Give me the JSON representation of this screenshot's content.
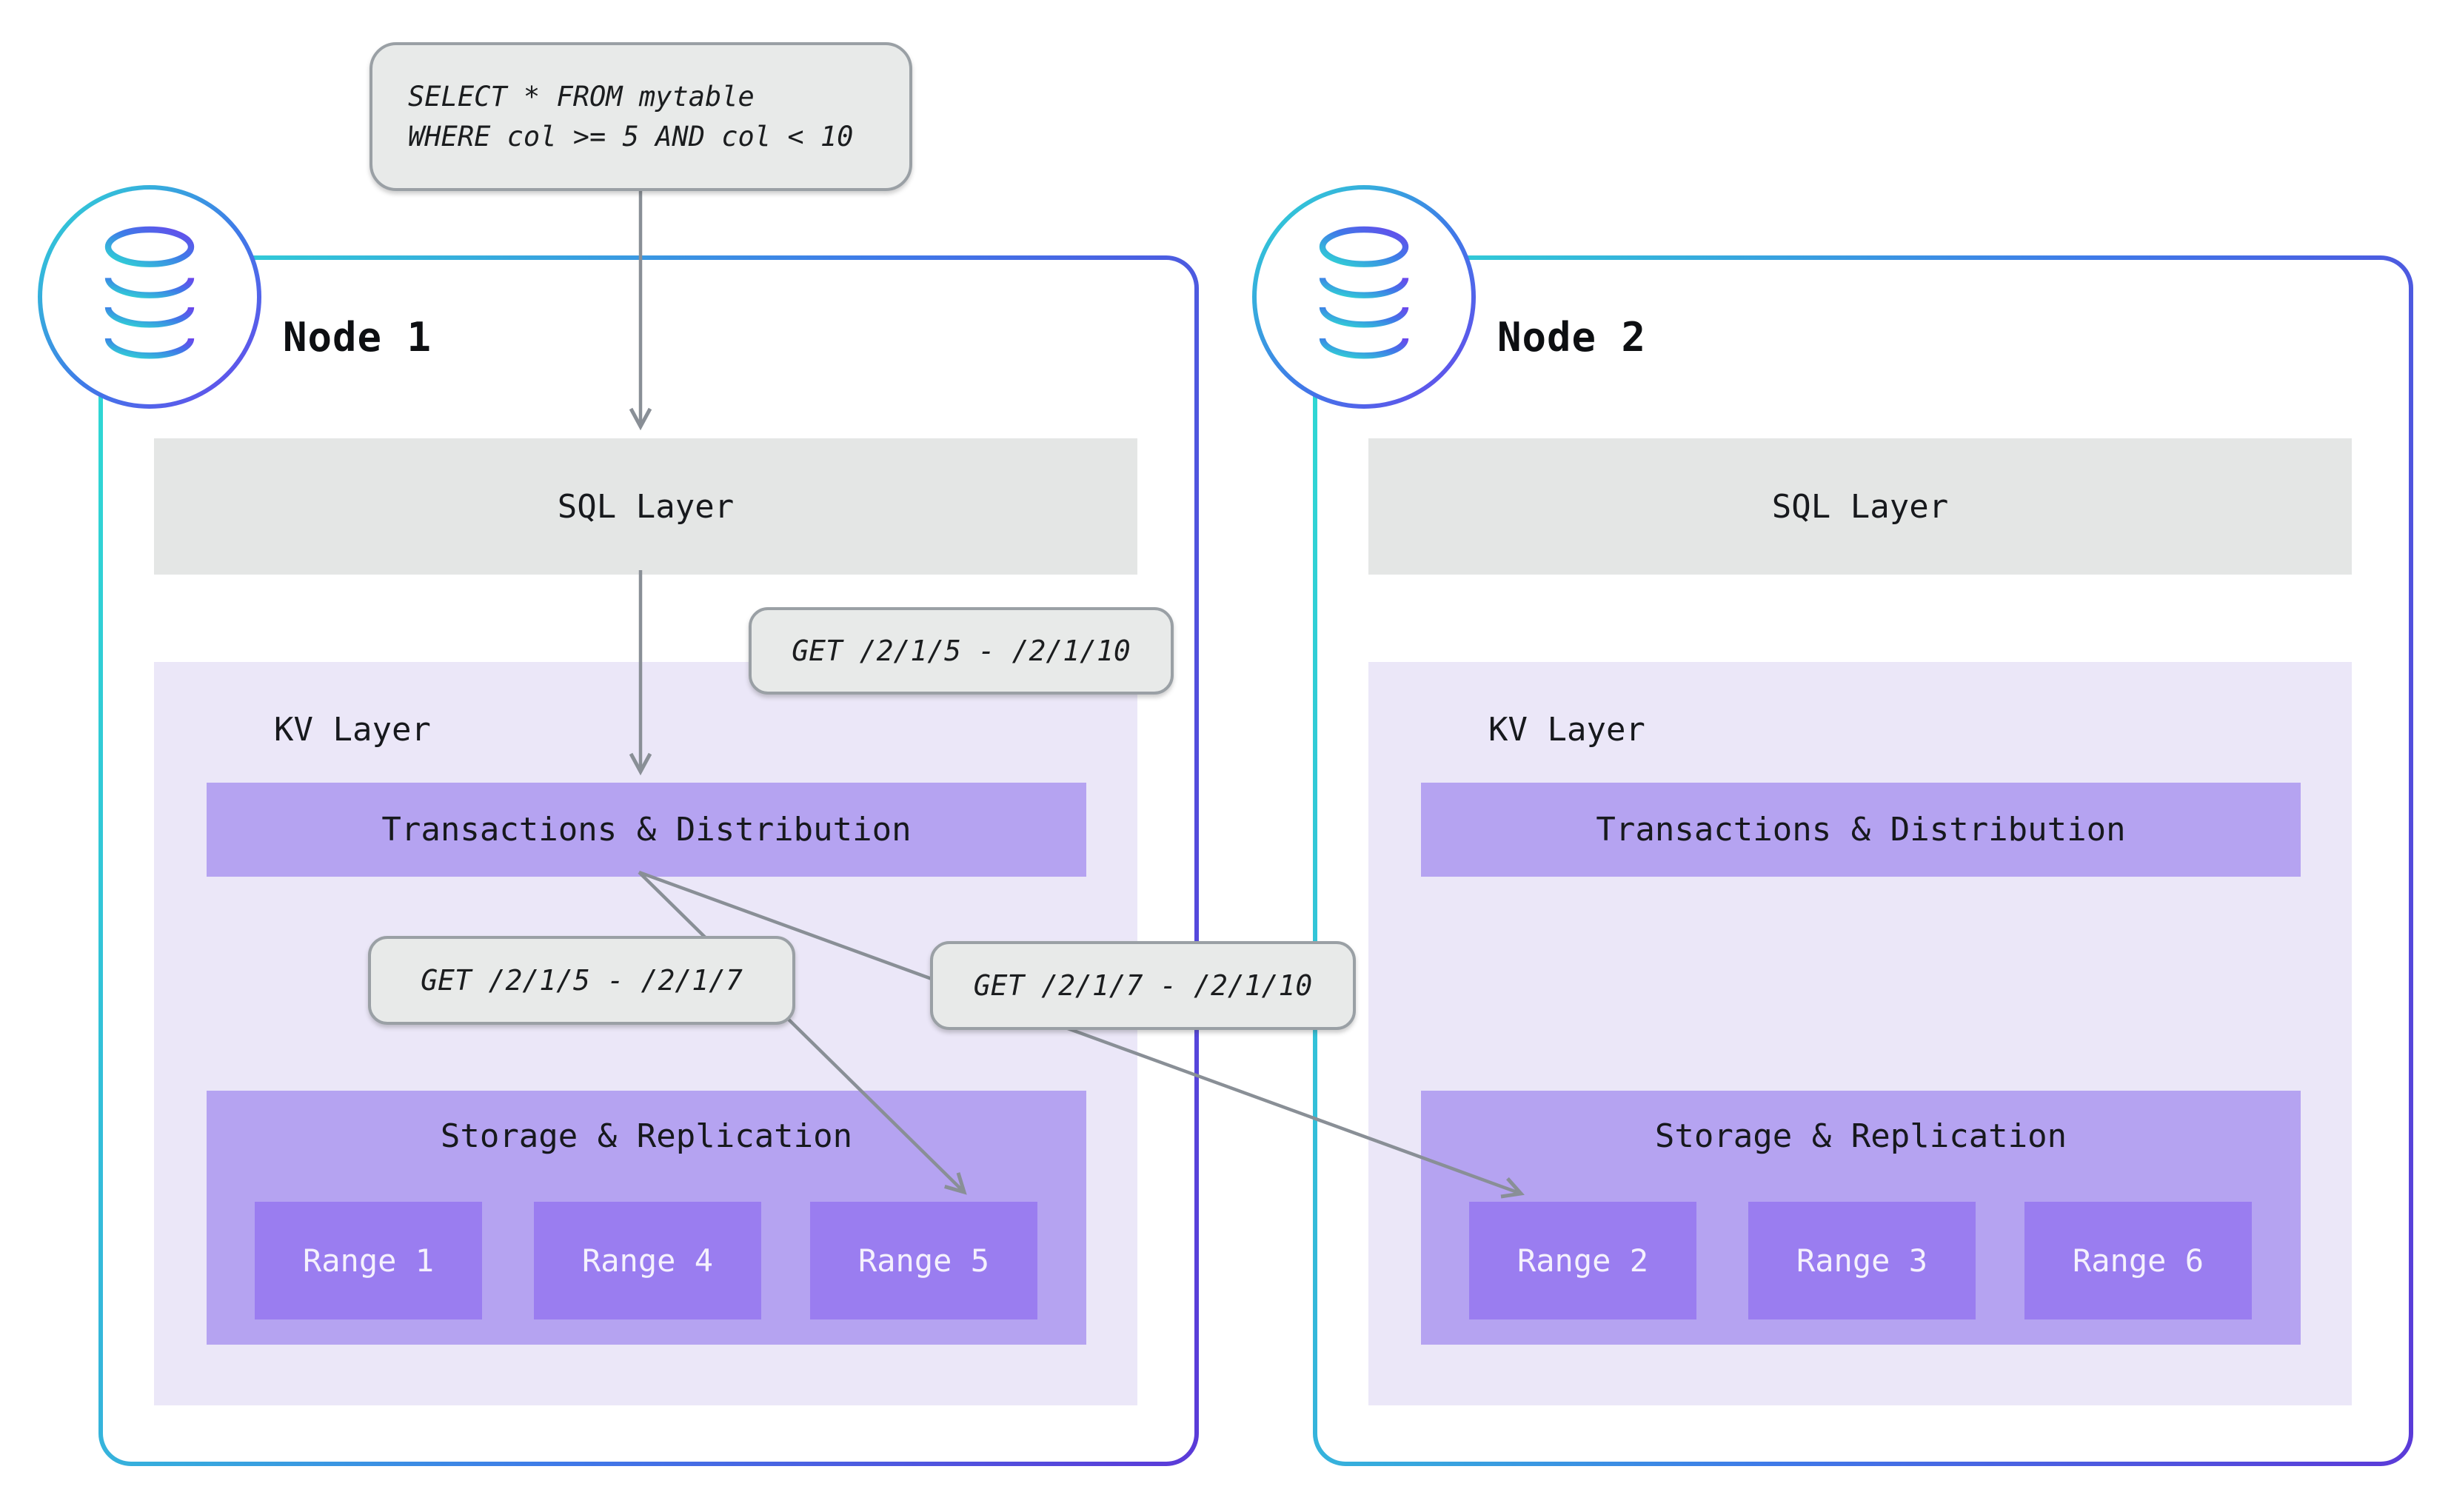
{
  "query_callout": {
    "line1": "SELECT * FROM mytable",
    "line2": "WHERE col >= 5 AND col < 10"
  },
  "callouts": {
    "get_full": "GET /2/1/5 - /2/1/10",
    "get_left": "GET /2/1/5 - /2/1/7",
    "get_right": "GET /2/1/7 - /2/1/10"
  },
  "nodes": [
    {
      "title": "Node 1",
      "sql_label": "SQL Layer",
      "kv_label": "KV Layer",
      "transactions_label": "Transactions & Distribution",
      "storage_label": "Storage & Replication",
      "ranges": [
        "Range 1",
        "Range 4",
        "Range 5"
      ]
    },
    {
      "title": "Node 2",
      "sql_label": "SQL Layer",
      "kv_label": "KV Layer",
      "transactions_label": "Transactions & Distribution",
      "storage_label": "Storage & Replication",
      "ranges": [
        "Range 2",
        "Range 3",
        "Range 6"
      ]
    }
  ],
  "icons": {
    "node_badge": "database-icon",
    "arrow": "arrowhead-icon"
  },
  "colors": {
    "gradient_start": "#2edcd3",
    "gradient_end": "#5b3ad8",
    "kv_background": "#ebe7f8",
    "bar_purple": "#b5a3f1",
    "range_purple": "#9a7df0",
    "layer_gray": "#e4e6e5",
    "callout_gray": "#e8eae9",
    "arrow_gray": "#898f96"
  }
}
